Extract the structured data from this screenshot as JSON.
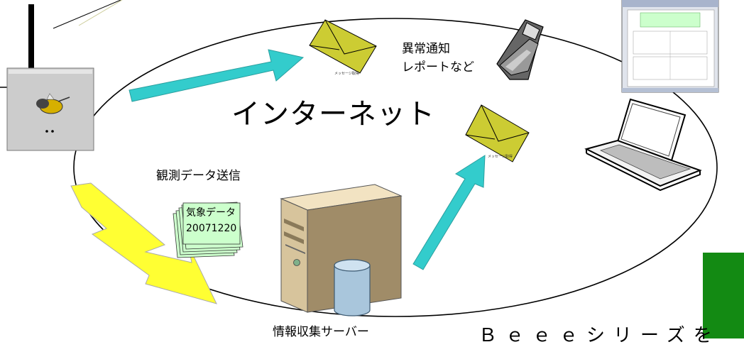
{
  "labels": {
    "internet": "インターネット",
    "alert_line1": "異常通知",
    "alert_line2": "レポートなど",
    "data_send": "観測データ送信",
    "server": "情報収集サーバー",
    "series_banner": "Ｂｅｅｅシリーズを",
    "weather_card_line1": "気象データ",
    "weather_card_line2": "20071220",
    "mail_caption": "メッセージ取得"
  },
  "colors": {
    "arrow": "#33cccc",
    "lightning": "#ffff33",
    "envelope": "#cccc33",
    "green_bar": "#138a13",
    "card": "#ccffcc"
  },
  "icons": [
    "antenna-icon",
    "beee-device-icon",
    "envelope-icon",
    "mobile-phone-icon",
    "web-page-screenshot",
    "laptop-icon",
    "server-icon",
    "database-icon",
    "lightning-icon",
    "weather-data-cards"
  ]
}
